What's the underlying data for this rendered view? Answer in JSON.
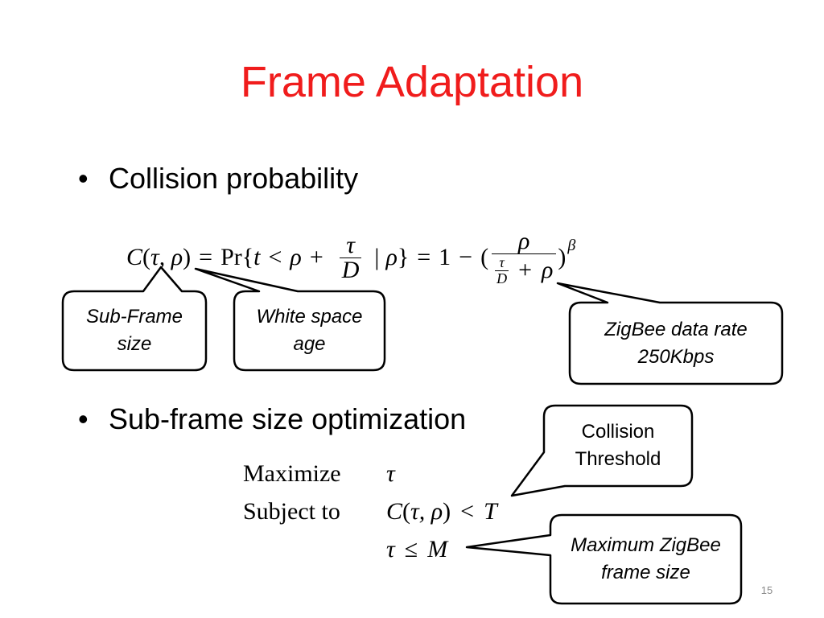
{
  "title": "Frame Adaptation",
  "bullet_marker": "•",
  "bullets": [
    {
      "text": "Collision probability"
    },
    {
      "text": "Sub-frame size optimization"
    }
  ],
  "equation_1": {
    "calC": "C",
    "lparen": "(",
    "args": "τ, ρ",
    "rparen": ")",
    "eq": "=",
    "pr": "Pr{",
    "t": "t",
    "lt": "<",
    "rho": "ρ",
    "plus": "+",
    "frac_num": "τ",
    "frac_den": "D",
    "cond_bar": "|",
    "cond_rho": "ρ",
    "rbrace": "}",
    "eq2": "=",
    "one": "1",
    "minus": "−",
    "lparen2": "(",
    "frac2_num": "ρ",
    "frac2_den_num": "τ",
    "frac2_den_den": "D",
    "frac2_den_plus": "+",
    "frac2_den_rho": "ρ",
    "rparen2": ")",
    "exponent": "β"
  },
  "optimization": {
    "row1": {
      "label": "Maximize",
      "var": "τ"
    },
    "row2": {
      "label": "Subject to",
      "calC": "C",
      "lparen": "(",
      "args": "τ, ρ",
      "rparen": ")",
      "op": "<",
      "rhs": "T"
    },
    "row3": {
      "var": "τ",
      "op": "≤",
      "rhs": "M"
    }
  },
  "callouts": [
    {
      "lines": [
        "Sub-Frame",
        "size"
      ]
    },
    {
      "lines": [
        "White space",
        "age"
      ]
    },
    {
      "lines": [
        "ZigBee data rate",
        "250Kbps"
      ]
    },
    {
      "lines": [
        "Collision",
        "Threshold"
      ]
    },
    {
      "lines": [
        "Maximum ZigBee",
        "frame size"
      ]
    }
  ],
  "page_number": "15",
  "colors": {
    "title": "#f01c1c",
    "text": "#000000",
    "callout_border": "#000000",
    "callout_fill": "#ffffff",
    "page_number": "#888888"
  }
}
